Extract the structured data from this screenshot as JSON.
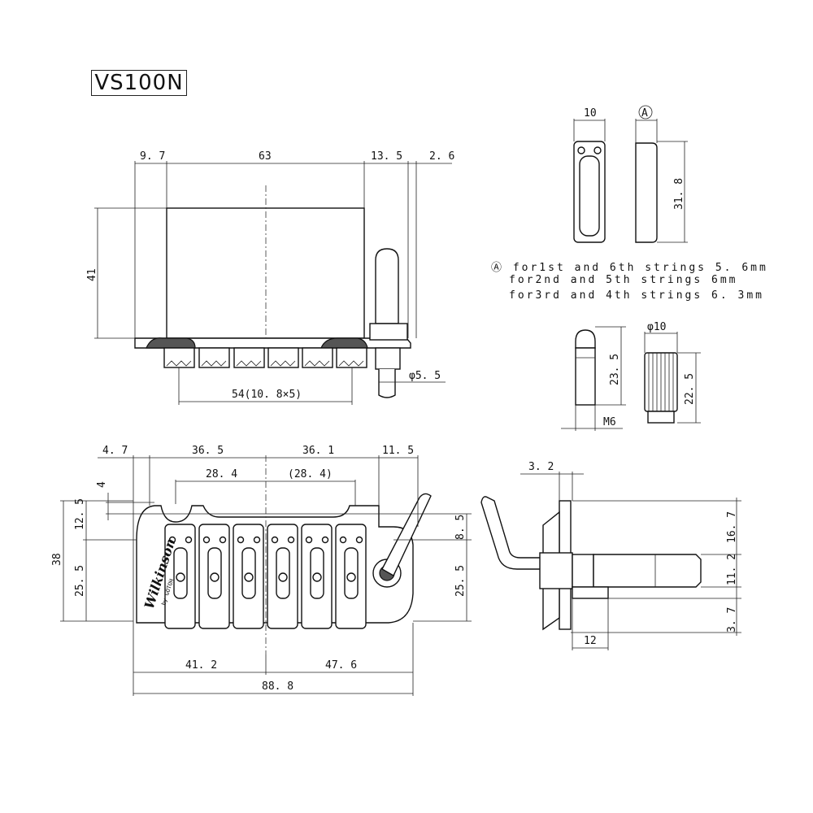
{
  "title": "VS100N",
  "top_view": {
    "dims": {
      "w1": "9. 7",
      "w2": "63",
      "w3": "13. 5",
      "w4": "2. 6",
      "height": "41",
      "saddle_span": "54(10. 8×5)",
      "arm_dia": "φ5. 5"
    }
  },
  "block_detail": {
    "width": "10",
    "marker": "A",
    "height": "31. 8"
  },
  "notes": [
    "Ⓐ for1st and 6th strings 5. 6mm",
    "for2nd and 5th strings 6mm",
    "for3rd and 4th strings 6. 3mm"
  ],
  "stud_detail": {
    "height": "23. 5",
    "thread": "M6"
  },
  "bushing_detail": {
    "dia": "φ10",
    "height": "22. 5"
  },
  "front_view": {
    "brand": "Wilkinson",
    "brand_sub": "by GOTOH",
    "dims": {
      "top_a": "4. 7",
      "top_b": "36. 5",
      "top_c": "36. 1",
      "top_d": "11. 5",
      "inner_a": "28. 4",
      "inner_b": "(28. 4)",
      "left_4": "4",
      "left_125": "12. 5",
      "left_38": "38",
      "left_255": "25. 5",
      "right_85": "8. 5",
      "right_255": "25. 5",
      "bottom_a": "41. 2",
      "bottom_b": "47. 6",
      "bottom_total": "88. 8"
    }
  },
  "side_view": {
    "dims": {
      "top": "3. 2",
      "r1": "16. 7",
      "r2": "11. 2",
      "r3": "3. 7",
      "bottom": "12"
    }
  }
}
